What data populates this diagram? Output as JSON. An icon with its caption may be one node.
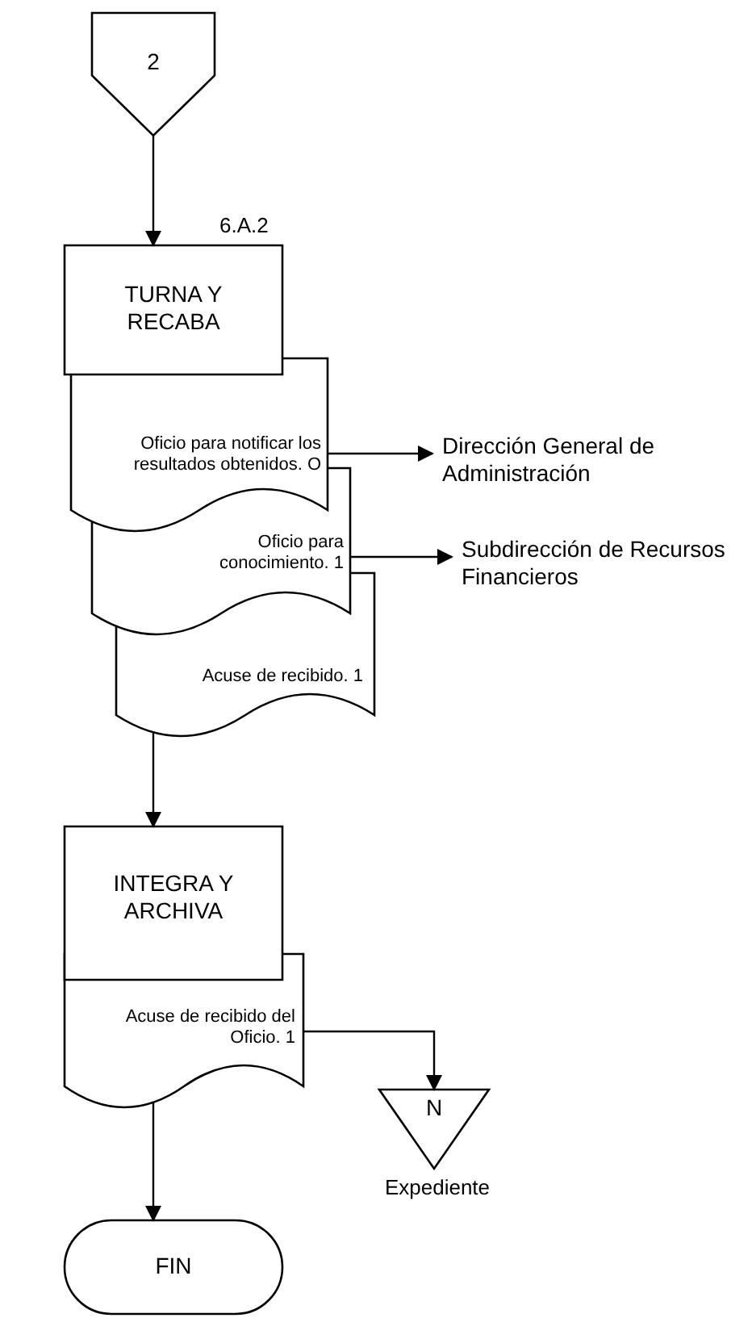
{
  "diagram": {
    "nodes": [
      {
        "text": [
          "2"
        ]
      },
      {
        "text": [
          "TURNA Y RECABA"
        ],
        "beside": [
          "6.A.2"
        ]
      },
      {
        "text": [
          "Oficio para notificar los resultados obtenidos. O"
        ]
      },
      {
        "text": [
          "Dirección General de Administración"
        ]
      },
      {
        "text": [
          "Oficio para conocimiento. 1"
        ]
      },
      {
        "text": [
          "Subdirección de Recursos Financieros"
        ]
      },
      {
        "text": [
          "Acuse de recibido. 1"
        ]
      },
      {
        "text": [
          "INTEGRA Y ARCHIVA"
        ]
      },
      {
        "text": [
          "Acuse de recibido del Oficio. 1"
        ]
      },
      {
        "text": [
          "N"
        ],
        "beside": [
          "Expediente"
        ]
      },
      {
        "text": [
          "FIN"
        ]
      }
    ],
    "edges": [
      {
        "from": 0,
        "to": 1,
        "arrow": "to"
      },
      {
        "from": 2,
        "to": 3,
        "arrow": "to"
      },
      {
        "from": 4,
        "to": 5,
        "arrow": "to"
      },
      {
        "from": 6,
        "to": 7,
        "arrow": "to"
      },
      {
        "from": 8,
        "to": 9,
        "arrow": "to"
      },
      {
        "from": 8,
        "to": 10,
        "arrow": "to"
      }
    ]
  }
}
